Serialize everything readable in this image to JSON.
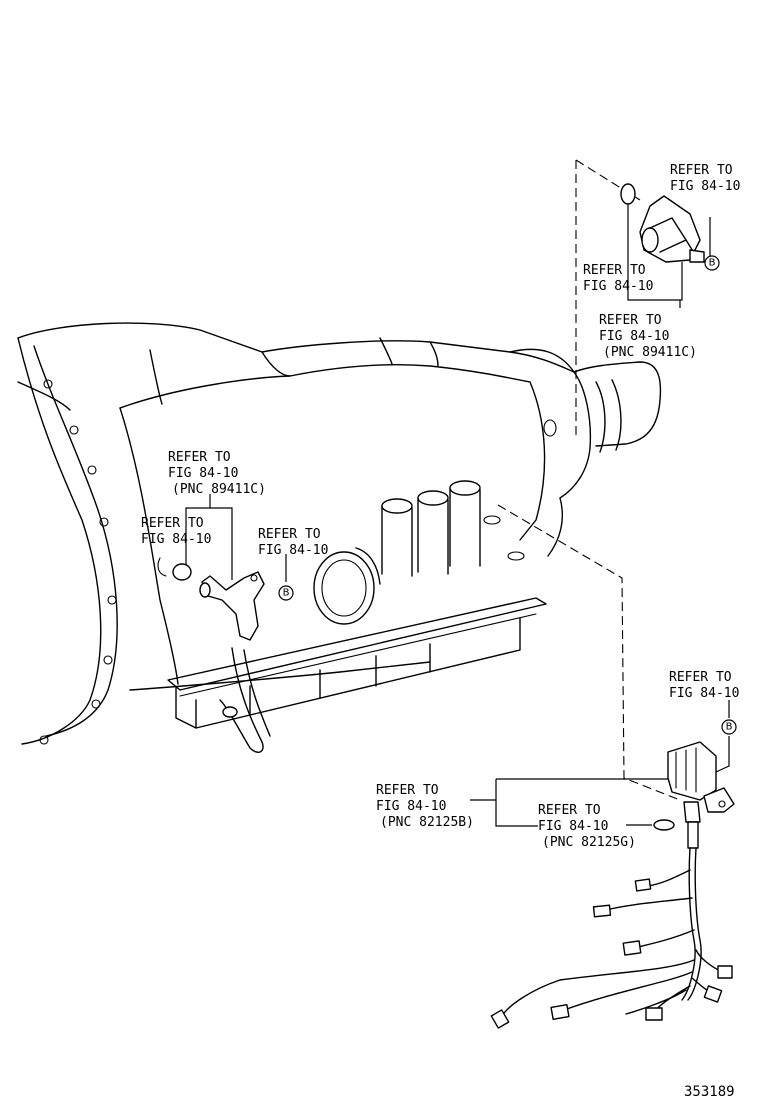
{
  "callouts": {
    "top_right_b": {
      "line1": "REFER TO",
      "line2": "FIG 84-10"
    },
    "top_oring": {
      "line1": "REFER TO",
      "line2": "FIG 84-10"
    },
    "top_sensor": {
      "line1": "REFER TO",
      "line2": "FIG 84-10",
      "line3": "(PNC 89411C)"
    },
    "mid_sensor": {
      "line1": "REFER TO",
      "line2": "FIG 84-10",
      "line3": "(PNC 89411C)"
    },
    "mid_oring": {
      "line1": "REFER TO",
      "line2": "FIG 84-10"
    },
    "mid_b": {
      "line1": "REFER TO",
      "line2": "FIG 84-10"
    },
    "harness_b": {
      "line1": "REFER TO",
      "line2": "FIG 84-10"
    },
    "harness": {
      "line1": "REFER TO",
      "line2": "FIG 84-10",
      "line3": "(PNC 82125B)"
    },
    "harness_oring": {
      "line1": "REFER TO",
      "line2": "FIG 84-10",
      "line3": "(PNC 82125G)"
    }
  },
  "badges": {
    "b_top": "B",
    "b_mid": "B",
    "b_harness": "B"
  },
  "figure_number": "353189"
}
